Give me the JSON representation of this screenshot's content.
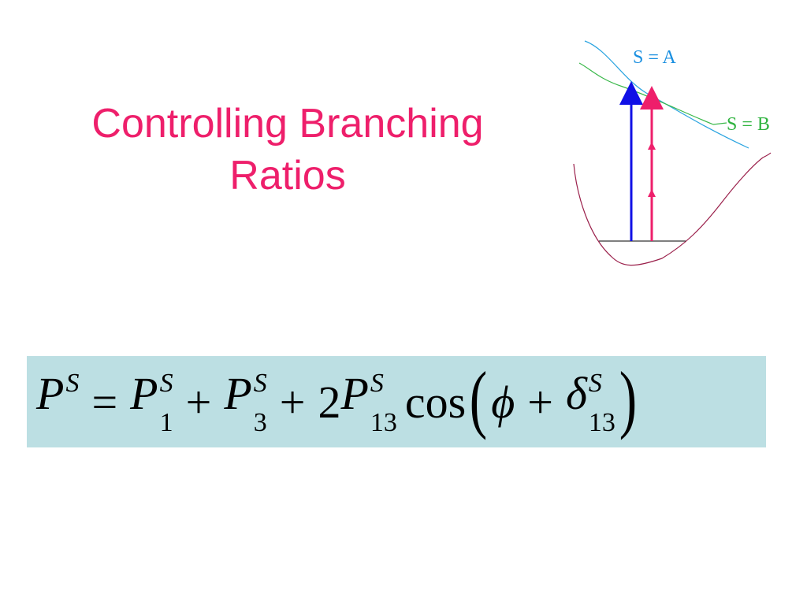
{
  "slide": {
    "title_line1": "Controlling Branching",
    "title_line2": "Ratios"
  },
  "diagram": {
    "label_a": "S = A",
    "label_b": "S = B",
    "colors": {
      "curve_a": "#2aa4e0",
      "curve_b": "#3ab84a",
      "well": "#9a1f4a",
      "arrow_blue": "#1010e6",
      "arrow_pink": "#ee1f6b",
      "baseline": "#333333",
      "label_a": "#1a8fe0",
      "label_b": "#2fb33f"
    }
  },
  "equation": {
    "lhs": "P",
    "lhs_sup": "S",
    "eq": "=",
    "t1": "P",
    "t1_sup": "S",
    "t1_sub": "1",
    "plus1": "+",
    "t2": "P",
    "t2_sup": "S",
    "t2_sub": "3",
    "plus2": "+",
    "coef": "2",
    "t3": "P",
    "t3_sup": "S",
    "t3_sub": "13",
    "cos": "cos",
    "lparen": "(",
    "phi": "ϕ",
    "plus3": "+",
    "delta": "δ",
    "delta_sup": "S",
    "delta_sub": "13",
    "rparen": ")",
    "background": "#bcdfe3"
  }
}
